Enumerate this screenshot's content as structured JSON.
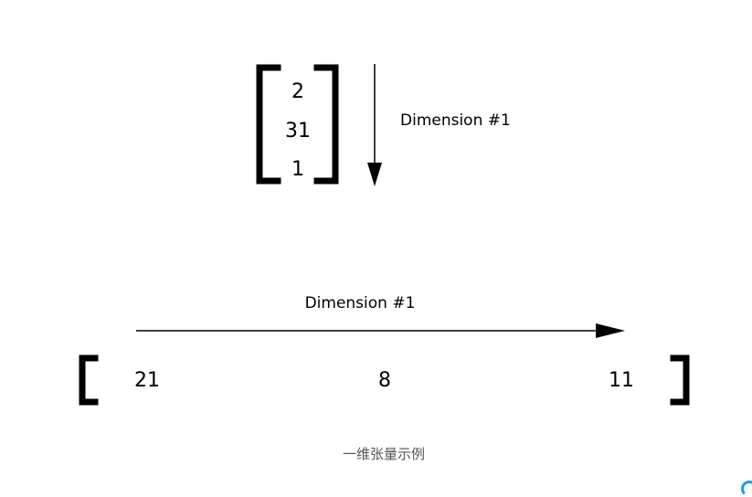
{
  "column_vector": {
    "values": [
      "2",
      "31",
      "1"
    ],
    "axis_label": "Dimension #1"
  },
  "row_vector": {
    "values": [
      "21",
      "8",
      "11"
    ],
    "axis_label": "Dimension #1"
  },
  "caption": "一维张量示例",
  "colors": {
    "ink": "#000000",
    "caption": "#555555",
    "corner_mark": "#1e9be8"
  }
}
